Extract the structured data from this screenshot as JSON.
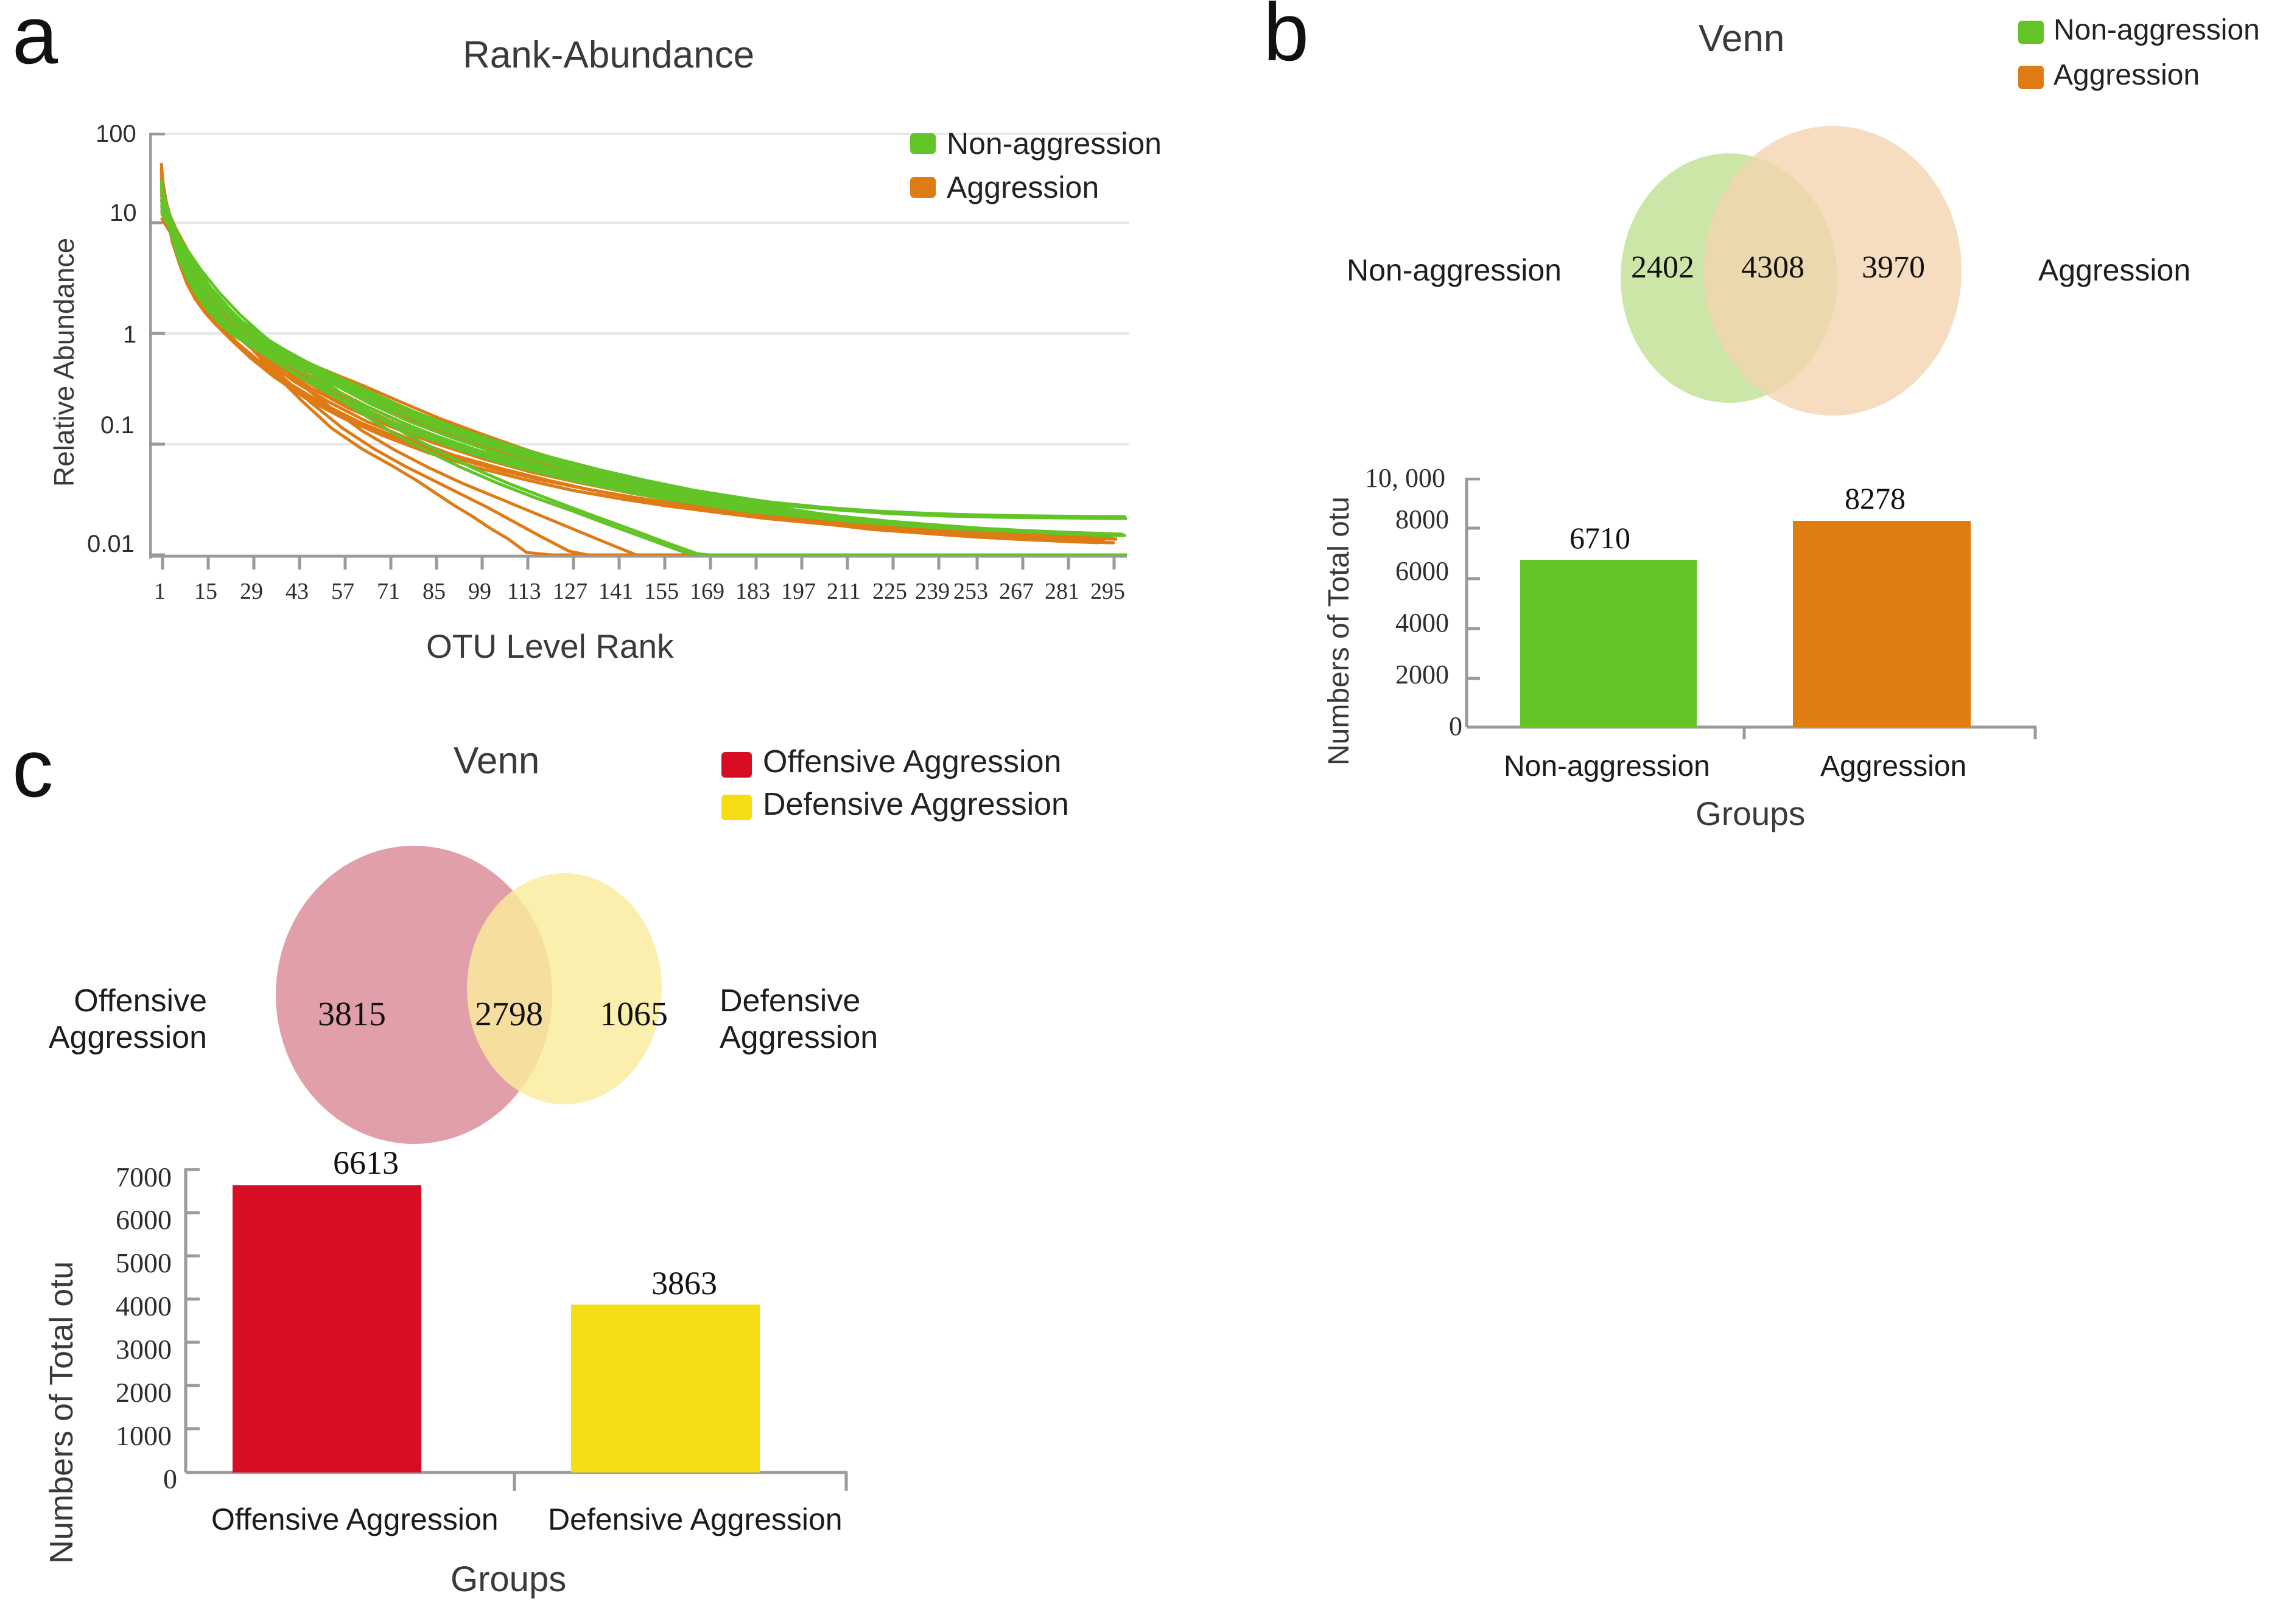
{
  "panels": {
    "a": {
      "letter": "a",
      "title": "Rank-Abundance",
      "xlabel": "OTU  Level  Rank",
      "ylabel": "Relative Abundance",
      "legend": [
        {
          "label": "Non-aggression",
          "color": "#62C426"
        },
        {
          "label": "Aggression",
          "color": "#DE7B14"
        }
      ]
    },
    "b": {
      "letter": "b",
      "venn_title": "Venn",
      "legend": [
        {
          "label": "Non-aggression",
          "color": "#62C426"
        },
        {
          "label": "Aggression",
          "color": "#DE7B14"
        }
      ],
      "venn_left_label": "Non-aggression",
      "venn_right_label": "Aggression",
      "venn_left_only": "2402",
      "venn_shared": "4308",
      "venn_right_only": "3970",
      "bar_ylabel": "Numbers  of  Total  otu",
      "bar_xlabel": "Groups",
      "bar_values": [
        "6710",
        "8278"
      ],
      "bar_categories": [
        "Non-aggression",
        "Aggression"
      ],
      "yticks": [
        "10, 000",
        "8000",
        "6000",
        "4000",
        "2000",
        "0"
      ]
    },
    "c": {
      "letter": "c",
      "venn_title": "Venn",
      "legend": [
        {
          "label": "Offensive Aggression",
          "color": "#D80C22"
        },
        {
          "label": "Defensive Aggression",
          "color": "#F5DE14"
        }
      ],
      "venn_left_label_line1": "Offensive",
      "venn_left_label_line2": "Aggression",
      "venn_right_label_line1": "Defensive",
      "venn_right_label_line2": "Aggression",
      "venn_left_only": "3815",
      "venn_shared": "2798",
      "venn_right_only": "1065",
      "bar_ylabel": "Numbers  of  Total  otu",
      "bar_xlabel": "Groups",
      "bar_values": [
        "6613",
        "3863"
      ],
      "bar_categories": [
        "Offensive Aggression",
        "Defensive Aggression"
      ],
      "yticks": [
        "7000",
        "6000",
        "5000",
        "4000",
        "3000",
        "2000",
        "1000",
        "0"
      ]
    }
  },
  "colors": {
    "green": "#62C426",
    "orange": "#DE7B14",
    "red": "#D80C22",
    "yellow": "#F5DE14",
    "venn_green_fill": "#C9E5A3",
    "venn_orange_fill": "#F4D3AD",
    "venn_overlap_b": "#C4B64E",
    "venn_pink_fill": "#DE9AA4",
    "venn_yellow_fill": "#FAEC9B",
    "venn_overlap_c": "#E2A856",
    "axis": "#8d8d8d",
    "grid": "#e3e6ee"
  },
  "chart_data": [
    {
      "type": "line",
      "panel": "a",
      "title": "Rank-Abundance",
      "xlabel": "OTU  Level  Rank",
      "ylabel": "Relative Abundance",
      "yscale": "log",
      "ylim": [
        0.01,
        100
      ],
      "yticks": [
        100,
        10,
        1,
        0.1,
        0.01
      ],
      "ytick_labels": [
        "100",
        "10",
        "1",
        "0.1",
        "0.01"
      ],
      "xlim": [
        1,
        295
      ],
      "xticks": [
        1,
        15,
        29,
        43,
        57,
        71,
        85,
        99,
        113,
        127,
        141,
        155,
        169,
        183,
        197,
        211,
        225,
        239,
        253,
        267,
        281,
        295
      ],
      "grid": "horizontal",
      "legend_position": "top-right",
      "series": [
        {
          "name": "Non-aggression",
          "color": "#62C426",
          "note": "Many overlapping rank-abundance curves; start near 20-40% at rank 1, drop steeply to ~1% by rank 20, ~0.1% by rank 80, tails flatten at 0.03% extending to ranks 250-295."
        },
        {
          "name": "Aggression",
          "color": "#DE7B14",
          "note": "Many overlapping curves; start near 50% at rank 1, drop steeply, tails flatten at 0.02% and 0.01% with abrupt drops between ranks 85 and 240."
        }
      ]
    },
    {
      "type": "bar",
      "panel": "b",
      "categories": [
        "Non-aggression",
        "Aggression"
      ],
      "values": [
        6710,
        8278
      ],
      "colors": [
        "#62C426",
        "#DE7B14"
      ],
      "xlabel": "Groups",
      "ylabel": "Numbers  of  Total  otu",
      "ylim": [
        0,
        10000
      ],
      "yticks": [
        0,
        2000,
        4000,
        6000,
        8000,
        10000
      ],
      "ytick_labels": [
        "0",
        "2000",
        "4000",
        "6000",
        "8000",
        "10, 000"
      ],
      "grid": false
    },
    {
      "type": "venn",
      "panel": "b",
      "title": "Venn",
      "sets": [
        "Non-aggression",
        "Aggression"
      ],
      "only_left": 2402,
      "intersection": 4308,
      "only_right": 3970,
      "totals": [
        6710,
        8278
      ],
      "colors": [
        "#C9E5A3",
        "#F4D3AD"
      ]
    },
    {
      "type": "bar",
      "panel": "c",
      "categories": [
        "Offensive Aggression",
        "Defensive Aggression"
      ],
      "values": [
        6613,
        3863
      ],
      "colors": [
        "#D80C22",
        "#F5DE14"
      ],
      "xlabel": "Groups",
      "ylabel": "Numbers  of  Total  otu",
      "ylim": [
        0,
        7000
      ],
      "yticks": [
        0,
        1000,
        2000,
        3000,
        4000,
        5000,
        6000,
        7000
      ],
      "ytick_labels": [
        "0",
        "1000",
        "2000",
        "3000",
        "4000",
        "5000",
        "6000",
        "7000"
      ],
      "grid": false
    },
    {
      "type": "venn",
      "panel": "c",
      "title": "Venn",
      "sets": [
        "Offensive Aggression",
        "Defensive Aggression"
      ],
      "only_left": 3815,
      "intersection": 2798,
      "only_right": 1065,
      "totals": [
        6613,
        3863
      ],
      "colors": [
        "#DE9AA4",
        "#FAEC9B"
      ]
    }
  ]
}
